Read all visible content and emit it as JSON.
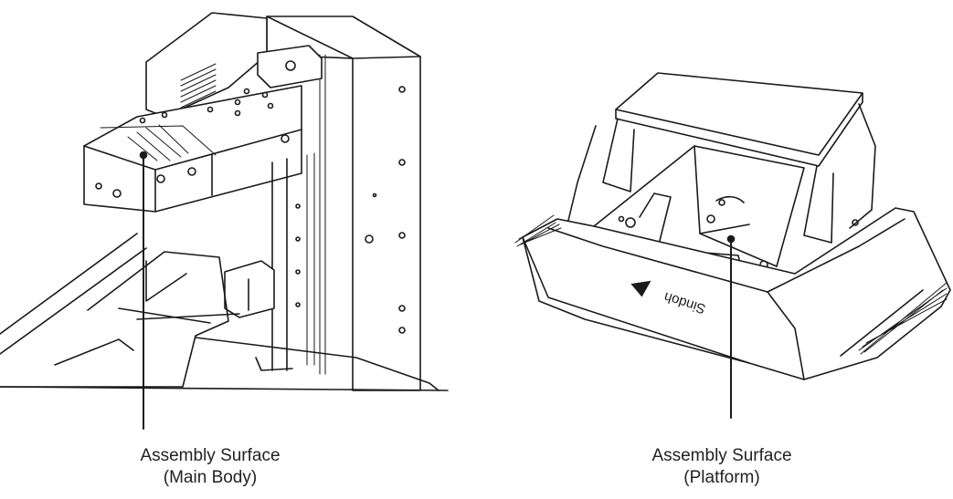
{
  "illustrations": {
    "main_body": {
      "caption_line1": "Assembly Surface",
      "caption_line2": "(Main Body)"
    },
    "platform": {
      "caption_line1": "Assembly Surface",
      "caption_line2": "(Platform)",
      "brand_mark": "Sindoh"
    }
  },
  "colors": {
    "line": "#1a1a1a",
    "background": "#ffffff",
    "shade": "#e6e6e6"
  }
}
